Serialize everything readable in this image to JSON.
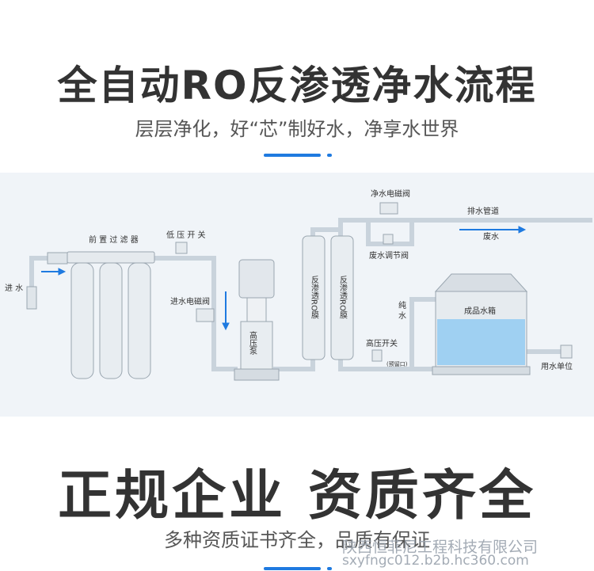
{
  "header": {
    "title": "全自动RO反渗透净水流程",
    "subtitle": "层层净化，好“芯”制好水，净享水世界"
  },
  "diagram": {
    "labels": {
      "inlet": "进 水",
      "prefilters": "前 置 过 滤 器",
      "low_pressure_switch": "低 压 开 关",
      "inlet_solenoid": "进水电磁阀",
      "pump": "高压泵",
      "ro1": "反渗透RO膜",
      "ro2": "反渗透RO膜",
      "pure_solenoid": "净水电磁阀",
      "drain_pipe": "排水管道",
      "waste": "废水",
      "waste_valve": "废水调节阀",
      "pure_water": "纯 水",
      "high_pressure_switch": "高压开关",
      "reserved_port": "(预留口)",
      "tank": "成品水箱",
      "outlet": "用水单位"
    },
    "colors": {
      "pipe": "#c9d3dc",
      "arrow": "#1f7ae0",
      "water": "#9fd0f2"
    }
  },
  "footer": {
    "headline": "正规企业  资质齐全",
    "subline": "多种资质证书齐全，品质有保证",
    "watermark_company": "陕西恒菲尼工程科技有限公司",
    "watermark_url": "sxyfngc012.b2b.hc360.com"
  }
}
